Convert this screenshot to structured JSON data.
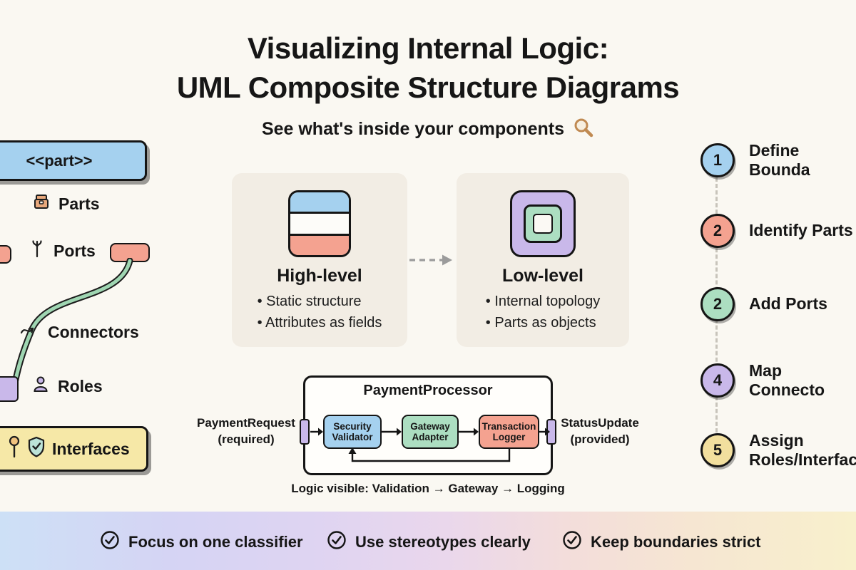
{
  "palette": {
    "blue": "#A5D1EF",
    "salmon": "#F4A290",
    "green": "#ACDEC1",
    "purple": "#C9B8EA",
    "yellow": "#F6E8A7",
    "card_bg": "#F2EDE4",
    "band_white": "#FDFCF9",
    "page_bg": "#FAF8F2"
  },
  "header": {
    "title_line1": "Visualizing Internal Logic:",
    "title_line2": "UML Composite Structure Diagrams",
    "subtitle": "See what's inside your components"
  },
  "legend": {
    "part_box": "<<part>>",
    "parts_label": "Parts",
    "ports_label": "Ports",
    "connectors_label": "Connectors",
    "roles_label": "Roles",
    "interfaces_label": "Interfaces"
  },
  "comparison": {
    "high": {
      "title": "High-level",
      "bullet1": "• Static structure",
      "bullet2": "• Attributes as fields"
    },
    "low": {
      "title": "Low-level",
      "bullet1": "• Internal topology",
      "bullet2": "• Parts as objects"
    }
  },
  "processor": {
    "title": "PaymentProcessor",
    "left_label_line1": "PaymentRequest",
    "left_label_line2": "(required)",
    "right_label_line1": "StatusUpdate",
    "right_label_line2": "(provided)",
    "nodes": [
      {
        "label": "Security Validator",
        "color": "#A5D1EF"
      },
      {
        "label": "Gateway Adapter",
        "color": "#ACDEC1"
      },
      {
        "label": "Transaction Logger",
        "color": "#F4A290"
      }
    ],
    "caption": "Logic visible: Validation → Gateway → Logging"
  },
  "steps": [
    {
      "number": "1",
      "label": "Define Bounda",
      "color": "#A5D1EF"
    },
    {
      "number": "2",
      "label": "Identify Parts",
      "color": "#F4A290"
    },
    {
      "number": "2",
      "label": "Add Ports",
      "color": "#ACDEC1"
    },
    {
      "number": "4",
      "label": "Map Connecto",
      "color": "#C9B8EA"
    },
    {
      "number": "5",
      "label": "Assign\nRoles/Interfac",
      "color": "#F2DF9E"
    }
  ],
  "footer": {
    "item1": "Focus on one classifier",
    "item2": "Use stereotypes clearly",
    "item3": "Keep boundaries strict"
  }
}
